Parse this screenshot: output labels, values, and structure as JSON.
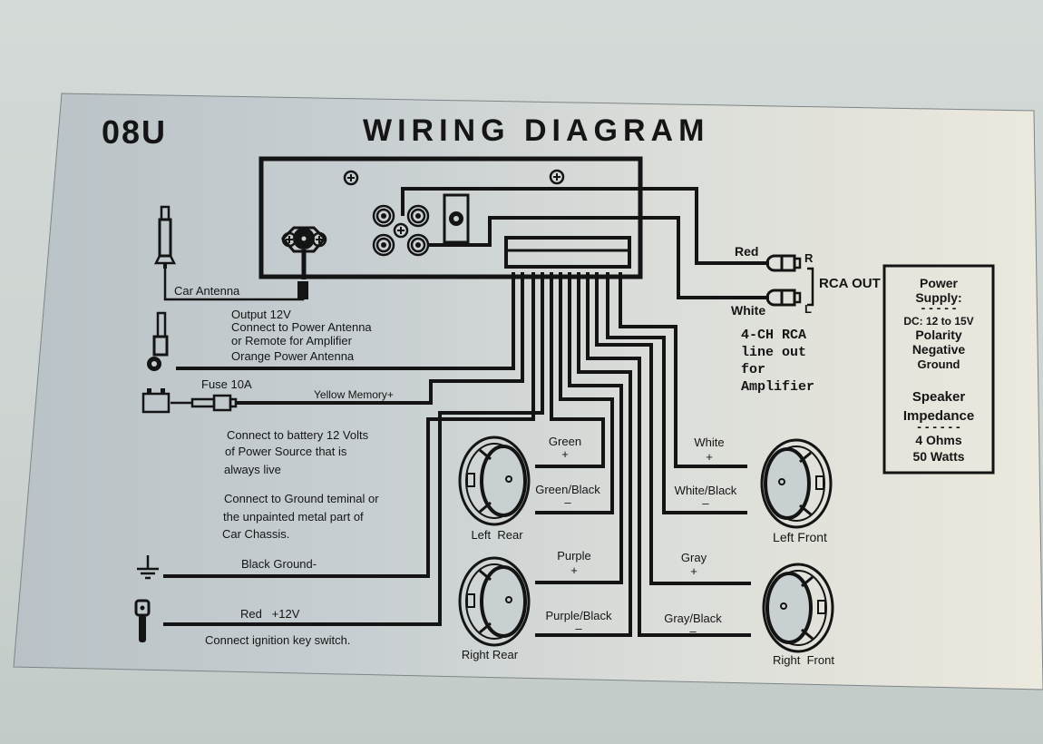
{
  "header": {
    "model": "08U",
    "title": "WIRING DIAGRAM"
  },
  "antenna": {
    "car_antenna_label": "Car Antenna",
    "output_lines": [
      "Output 12V",
      "Connect to Power Antenna",
      "or Remote for Amplifier",
      "Orange Power Antenna"
    ]
  },
  "memory": {
    "fuse_label": "Fuse 10A",
    "wire_label": "Yellow Memory+",
    "notes": [
      "Connect to battery 12 Volts",
      "of Power Source that is",
      "always live"
    ]
  },
  "ground": {
    "notes": [
      "Connect to Ground teminal or",
      "the unpainted metal part of",
      "Car Chassis."
    ],
    "wire_label": "Black Ground-"
  },
  "ignition": {
    "wire_label": "Red   +12V",
    "note": "Connect ignition key switch."
  },
  "rca": {
    "red_label": "Red",
    "white_label": "White",
    "r_label": "R",
    "l_label": "L",
    "out_label": "RCA OUT",
    "amp_note_lines": [
      "4-CH  RCA",
      "line  out",
      "for",
      "Amplifier"
    ]
  },
  "specs": {
    "power_title_lines": [
      "Power",
      "Supply:"
    ],
    "dc": "DC: 12 to 15V",
    "polarity_lines": [
      "Polarity",
      "Negative",
      "Ground"
    ],
    "speaker_title_lines": [
      "Speaker",
      "Impedance"
    ],
    "ohms": "4  Ohms",
    "watts": "50 Watts"
  },
  "speakers": [
    {
      "name": "Left  Rear",
      "pos_label": "Green",
      "neg_label": "Green/Black"
    },
    {
      "name": "Right Rear",
      "pos_label": "Purple",
      "neg_label": "Purple/Black"
    },
    {
      "name": "Left Front",
      "pos_label": "White",
      "neg_label": "White/Black"
    },
    {
      "name": "Right  Front",
      "pos_label": "Gray",
      "neg_label": "Gray/Black"
    }
  ],
  "polarity_symbols": {
    "plus": "+",
    "minus": "–"
  }
}
